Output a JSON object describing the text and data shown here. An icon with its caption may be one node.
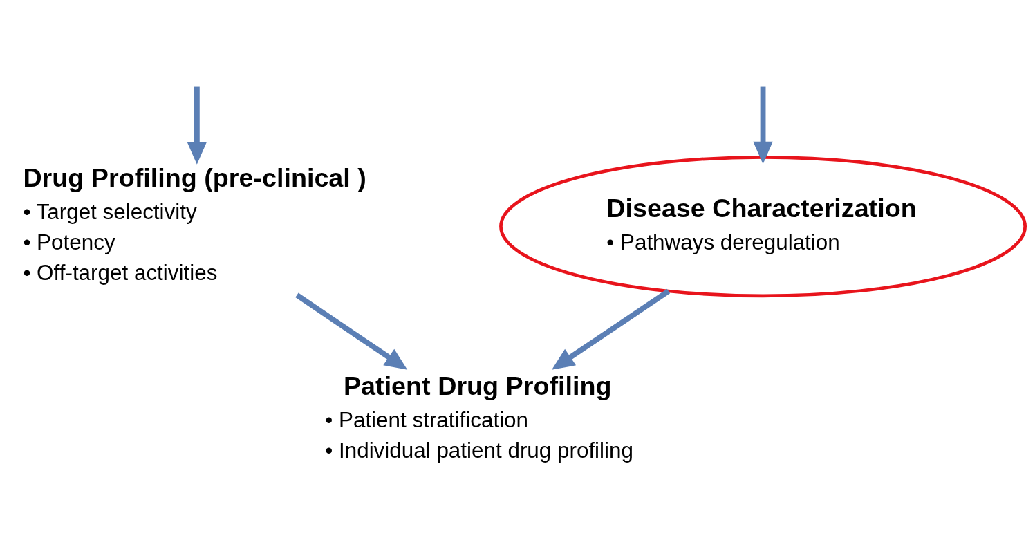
{
  "diagram": {
    "nodes": [
      {
        "text": [
          "Disease Characterization",
          "• Pathways deregulation"
        ]
      },
      {
        "text": [
          "Drug Profiling (pre-clinical )",
          "• Target selectivity",
          "• Potency",
          "• Off-target activities"
        ]
      },
      {
        "text": [
          "Patient Drug Profiling",
          "• Patient stratification",
          "• Individual patient drug profiling"
        ]
      }
    ],
    "edges": [
      {
        "from": null,
        "to": 0,
        "arrow": "to"
      },
      {
        "from": null,
        "to": 1,
        "arrow": "to"
      },
      {
        "from": 0,
        "to": 2,
        "arrow": "to"
      },
      {
        "from": 1,
        "to": 2,
        "arrow": "to"
      }
    ]
  }
}
